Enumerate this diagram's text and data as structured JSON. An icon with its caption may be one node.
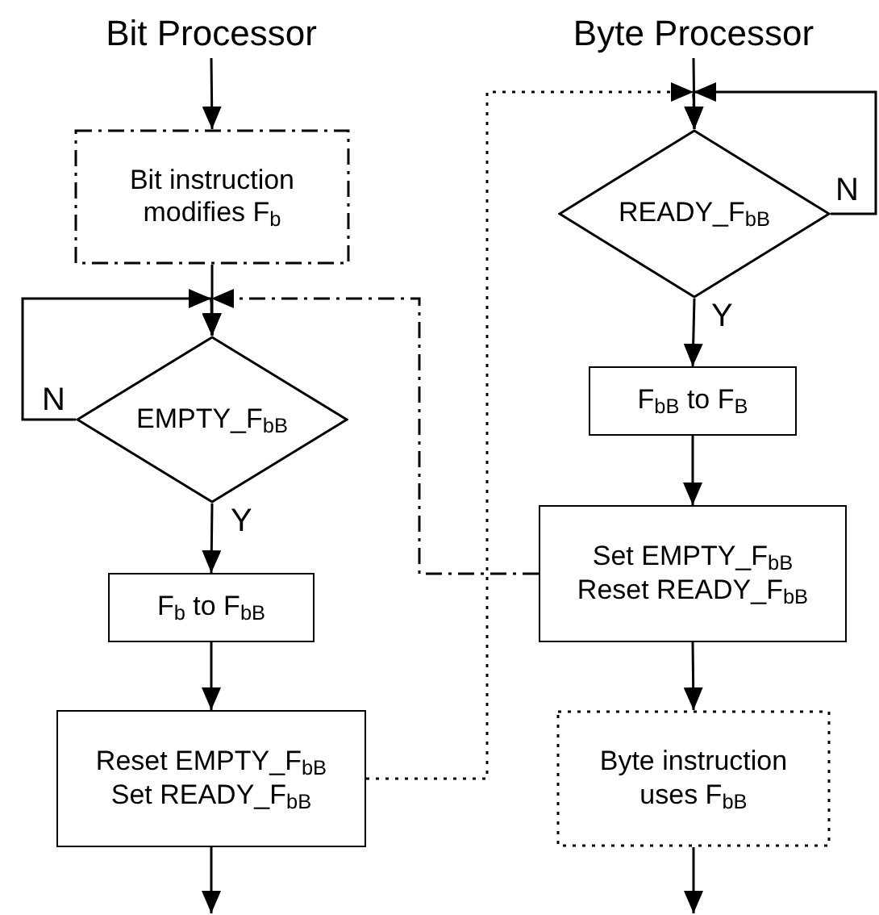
{
  "diagram": {
    "nodes": [
      {
        "text": [
          "Bit Processor"
        ]
      },
      {
        "text": [
          "Byte Processor"
        ]
      },
      {
        "text": [
          "Bit instruction modifies F$_{b}$"
        ]
      },
      {
        "text": [
          "EMPTY_F$_{bB}$"
        ]
      },
      {
        "text": [
          "F$_{b}$ to F$_{bB}$"
        ]
      },
      {
        "text": [
          "Reset EMPTY_F$_{bB}$",
          "Set READY_F$_{bB}$"
        ]
      },
      {
        "text": [
          "READY_F$_{bB}$"
        ]
      },
      {
        "text": [
          "F$_{bB}$ to F$_{B}$"
        ]
      },
      {
        "text": [
          "Set EMPTY_F$_{bB}$",
          "Reset READY_F$_{bB}$"
        ]
      },
      {
        "text": [
          "Byte instruction uses F$_{bB}$"
        ]
      }
    ],
    "edges": [
      {
        "from": 0,
        "to": 2,
        "arrow": "to"
      },
      {
        "from": 2,
        "to": 3,
        "arrow": "to"
      },
      {
        "from": 3,
        "to": 3,
        "arrow": "to",
        "label": "N"
      },
      {
        "from": 8,
        "to": 3,
        "arrow": "to",
        "style": "dashed"
      },
      {
        "from": 3,
        "to": 4,
        "arrow": "to",
        "label": "Y"
      },
      {
        "from": 4,
        "to": 5,
        "arrow": "to"
      },
      {
        "from": 5,
        "to": null,
        "arrow": "to"
      },
      {
        "from": 1,
        "to": 6,
        "arrow": "to"
      },
      {
        "from": 5,
        "to": 6,
        "arrow": "to",
        "style": "dashed"
      },
      {
        "from": 6,
        "to": 6,
        "arrow": "to",
        "label": "N"
      },
      {
        "from": 6,
        "to": 7,
        "arrow": "to",
        "label": "Y"
      },
      {
        "from": 7,
        "to": 8,
        "arrow": "to"
      },
      {
        "from": 8,
        "to": 9,
        "arrow": "to"
      },
      {
        "from": 9,
        "to": null,
        "arrow": "to"
      }
    ]
  }
}
